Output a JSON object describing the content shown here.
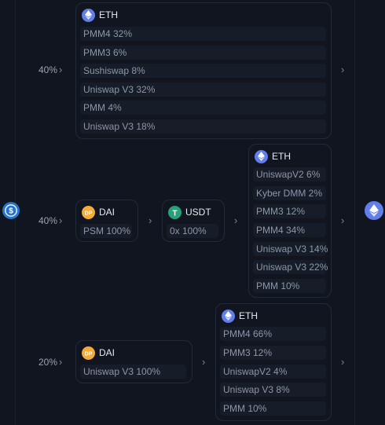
{
  "source": {
    "icon": "usdc-icon",
    "color": "#2775ca"
  },
  "destination": {
    "icon": "eth-icon",
    "color": "#627eea"
  },
  "routes": [
    {
      "percent": "40%",
      "hops": [
        {
          "token": "ETH",
          "rows": [
            "PMM4 32%",
            "PMM3 6%",
            "Sushiswap 8%",
            "Uniswap V3 32%",
            "PMM 4%",
            "Uniswap V3 18%"
          ]
        }
      ]
    },
    {
      "percent": "40%",
      "hops": [
        {
          "token": "DAI",
          "rows": [
            "PSM 100%"
          ]
        },
        {
          "token": "USDT",
          "rows": [
            "0x 100%"
          ]
        },
        {
          "token": "ETH",
          "rows": [
            "UniswapV2 6%",
            "Kyber DMM 2%",
            "PMM3 12%",
            "PMM4 34%",
            "Uniswap V3 14%",
            "Uniswap V3 22%",
            "PMM 10%"
          ]
        }
      ]
    },
    {
      "percent": "20%",
      "hops": [
        {
          "token": "DAI",
          "rows": [
            "Uniswap V3 100%"
          ]
        },
        {
          "token": "ETH",
          "rows": [
            "PMM4 66%",
            "PMM3 12%",
            "UniswapV2 4%",
            "Uniswap V3 8%",
            "PMM 10%"
          ]
        }
      ]
    }
  ]
}
